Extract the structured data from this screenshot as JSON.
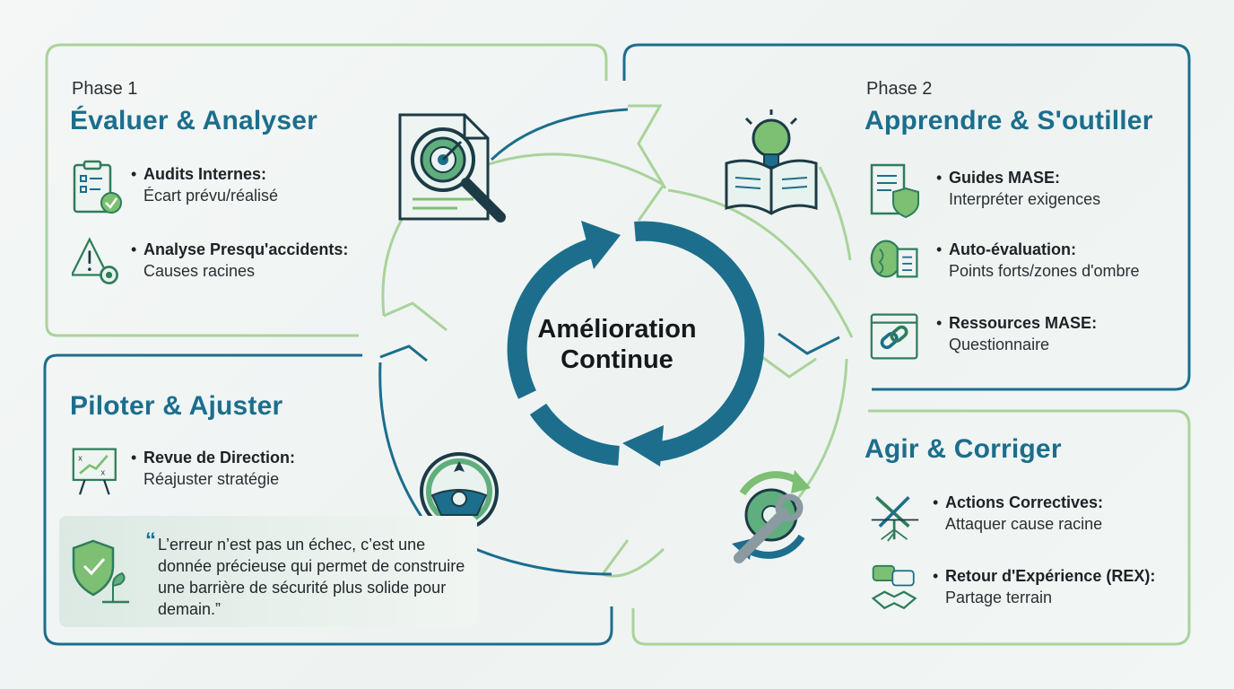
{
  "center": {
    "line1": "Amélioration",
    "line2": "Continue"
  },
  "phase1": {
    "label": "Phase 1",
    "title": "Évaluer & Analyser",
    "items": [
      {
        "title": "Audits Internes:",
        "desc": "Écart prévu/réalisé",
        "icon": "clipboard-check-icon"
      },
      {
        "title": "Analyse Presqu'accidents:",
        "desc": "Causes racines",
        "icon": "warning-gear-icon"
      }
    ]
  },
  "phase2": {
    "label": "Phase 2",
    "title": "Apprendre & S'outiller",
    "items": [
      {
        "title": "Guides MASE:",
        "desc": "Interpréter exigences",
        "icon": "document-shield-icon"
      },
      {
        "title": "Auto-évaluation:",
        "desc": "Points forts/zones d'ombre",
        "icon": "brain-checklist-icon"
      },
      {
        "title": "Ressources MASE:",
        "desc": "Questionnaire",
        "icon": "web-link-icon"
      }
    ]
  },
  "phase3": {
    "title": "Agir & Corriger",
    "items": [
      {
        "title": "Actions Correctives:",
        "desc": "Attaquer cause racine",
        "icon": "tools-roots-icon"
      },
      {
        "title": "Retour d'Expérience (REX):",
        "desc": "Partage terrain",
        "icon": "chat-handshake-icon"
      }
    ]
  },
  "phase4": {
    "title": "Piloter & Ajuster",
    "items": [
      {
        "title": "Revue de Direction:",
        "desc": "Réajuster stratégie",
        "icon": "strategy-board-icon"
      }
    ],
    "quote": "L’erreur n’est pas un échec, c’est une donnée précieuse qui permet de construire une barrière de sécurité plus solide pour demain.”",
    "quote_mark": "“"
  },
  "colors": {
    "teal": "#1c6e8c",
    "green": "#7dbf73",
    "dark_green": "#2f7d5a",
    "text": "#1d2226"
  }
}
